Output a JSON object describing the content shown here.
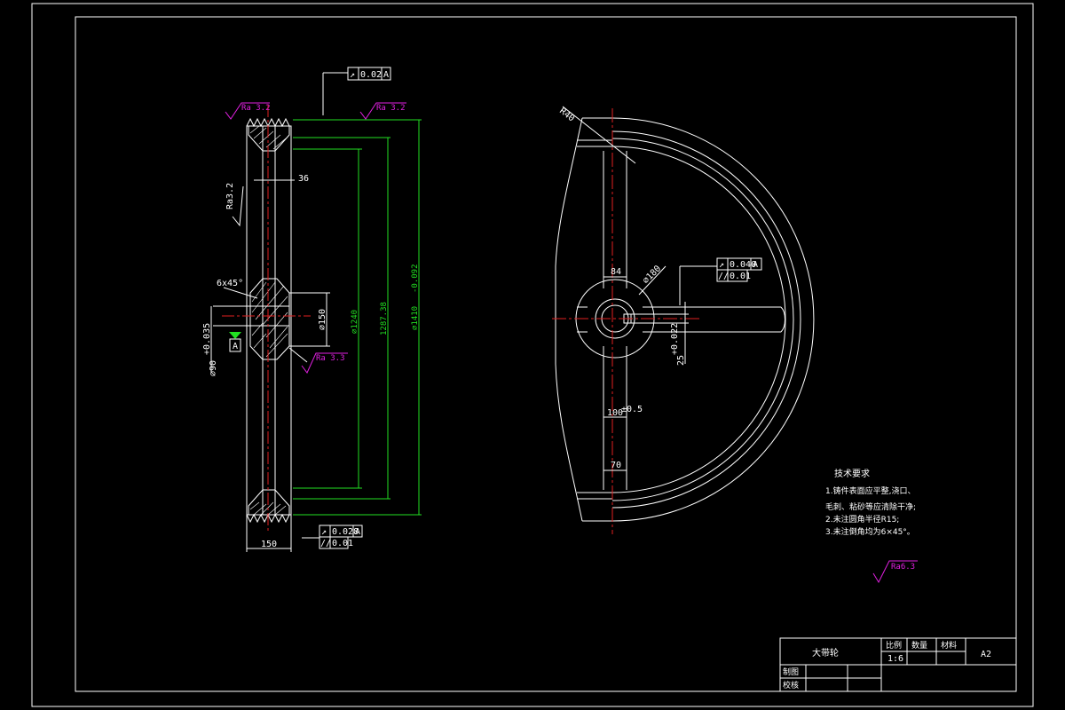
{
  "colors": {
    "background": "#000000",
    "outline": "#ffffff",
    "dimension": "#22e022",
    "centerline": "#e02020",
    "roughness": "#e020e0"
  },
  "left_view": {
    "tolerance_top": {
      "symbol": "↗",
      "value": "0.02",
      "datum": "A"
    },
    "roughness_top_left": "Ra 3.2",
    "roughness_top_right": "Ra 3.2",
    "roughness_side": "Ra3.2",
    "roughness_bore": "Ra 3.3",
    "dim_36": "36",
    "chamfer": "6x45°",
    "dim_bore": "⌀90",
    "dim_bore_tol": "+0.035",
    "datum_label": "A",
    "dim_hub": "⌀150",
    "dim_1240": "⌀1240",
    "dim_1287": "1287.38",
    "dim_outer": "⌀1410",
    "dim_outer_tol": "-0.092",
    "dim_150": "150",
    "tolerance_bottom": {
      "symbol": "↗",
      "value": "0.028",
      "datum": "A"
    },
    "parallel_bottom": {
      "symbol": "//",
      "value": "0.01"
    }
  },
  "right_view": {
    "r40": "R40",
    "dim_84": "84",
    "dim_180": "⌀180",
    "tolerance": {
      "symbol": "↗",
      "value": "0.040",
      "datum": "A"
    },
    "parallel": {
      "symbol": "//",
      "value": "0.01"
    },
    "dim_key": "25",
    "dim_key_tol": "+0.022",
    "dim_spoke": "100",
    "dim_spoke_tol": "±0.5",
    "dim_70": "70"
  },
  "notes": {
    "title": "技术要求",
    "lines": [
      "1.铸件表面应平整,浇口、",
      "毛刺、粘砂等应清除干净;",
      "2.未注圆角半径R15;",
      "3.未注倒角均为6×45°。"
    ],
    "roughness": "Ra6.3"
  },
  "title_block": {
    "name": "大带轮",
    "scale_label": "比例",
    "scale_value": "1:6",
    "qty_label": "数量",
    "material_label": "材料",
    "sheet": "A2",
    "drawn_label": "制图",
    "check_label": "校核"
  }
}
